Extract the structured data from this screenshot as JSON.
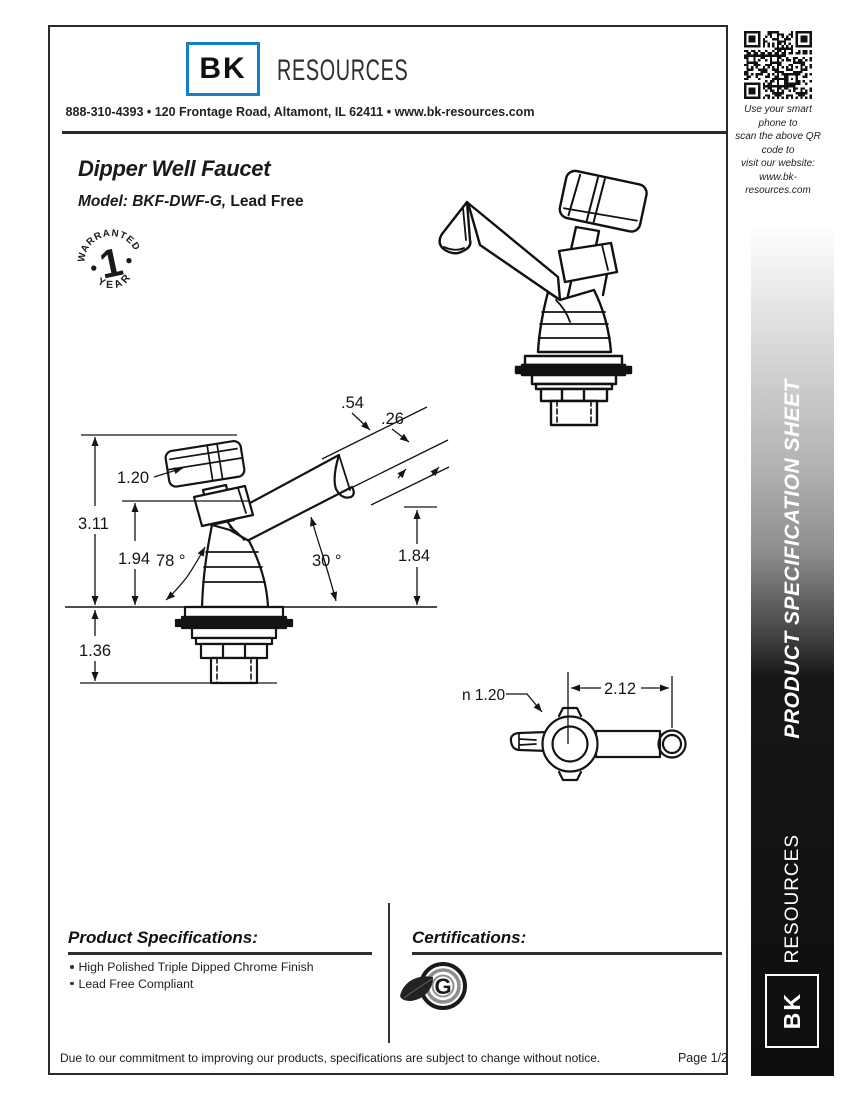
{
  "header": {
    "logo_bk": "BK",
    "logo_resources": "RESOURCES",
    "contact_line": "888-310-4393  •  120 Frontage Road, Altamont, IL 62411  •  www.bk-resources.com"
  },
  "qr": {
    "caption_line1": "Use your smart phone to",
    "caption_line2": "scan the above QR code to",
    "caption_line3": "visit our website:",
    "caption_line4": "www.bk-resources.com"
  },
  "product": {
    "title": "Dipper Well Faucet",
    "model_prefix": "Model: BKF-DWF-G,",
    "model_suffix": " Lead Free"
  },
  "warranty": {
    "top": "WARRANTED",
    "number": "1",
    "bottom": "YEAR"
  },
  "dimensions": {
    "handle_width": "1.20",
    "overall_height": "3.11",
    "deck_to_handle": "1.94",
    "body_angle": "78 °",
    "spout_angle": "30 °",
    "spout_height": "1.84",
    "shank_length": "1.36",
    "spout_od": ".54",
    "spout_tip": ".26",
    "flange_dia": "n 1.20",
    "spout_reach": "2.12"
  },
  "sidebar": {
    "label": "PRODUCT SPECIFICATION SHEET",
    "brand_bk": "BK",
    "brand_resources": "RESOURCES"
  },
  "specs": {
    "heading": "Product Specifications:",
    "items": [
      "High Polished Triple Dipped Chrome Finish",
      "Lead Free Compliant"
    ]
  },
  "certifications": {
    "heading": "Certifications:",
    "mark": "G"
  },
  "footer": {
    "disclaimer": "Due to our commitment to improving our products, specifications are subject to change without notice.",
    "page": "Page 1/2"
  },
  "colors": {
    "accent_blue": "#1581c2",
    "line": "#2b2b2b"
  }
}
